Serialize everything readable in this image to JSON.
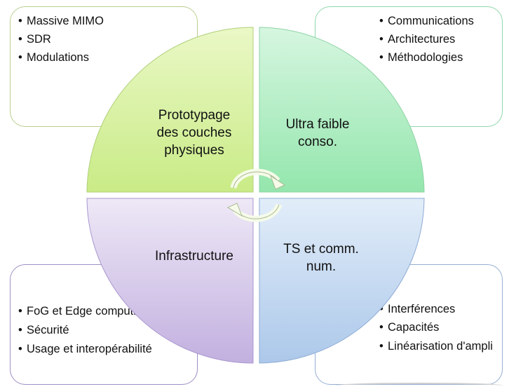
{
  "boxes": {
    "top_left": [
      "Massive MIMO",
      "SDR",
      "Modulations"
    ],
    "top_right": [
      "Communications",
      "Architectures",
      "Méthodologies"
    ],
    "bottom_left": [
      "FoG et Edge computing",
      "Sécurité",
      "Usage et interopérabilité"
    ],
    "bottom_right": [
      "Interférences",
      "Capacités",
      "Linéarisation d'ampli"
    ]
  },
  "quadrants": {
    "top_left": "Prototypage des couches physiques",
    "top_right": "Ultra faible conso.",
    "bottom_left": "Infrastructure",
    "bottom_right": "TS et comm. num."
  },
  "colors": {
    "green_quadrant": "#d8f1a3",
    "mint_quadrant": "#b2eec5",
    "lavender_quadrant": "#d6c9ea",
    "blue_quadrant": "#c6daf1"
  }
}
